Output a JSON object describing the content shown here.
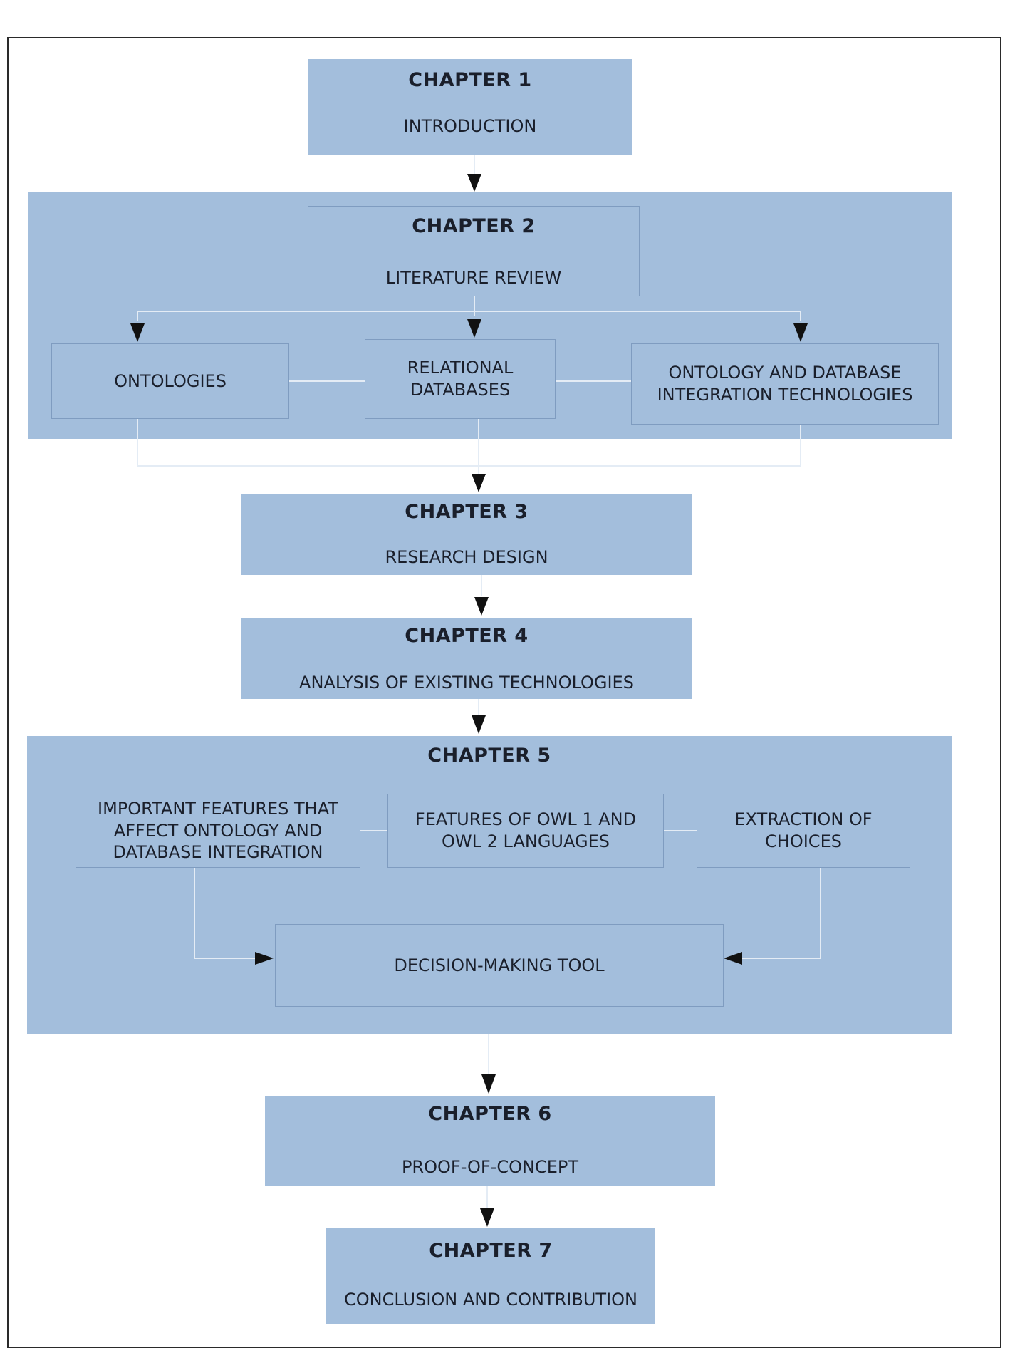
{
  "chapters": {
    "ch1": {
      "title": "CHAPTER 1",
      "subtitle": "INTRODUCTION"
    },
    "ch2": {
      "title": "CHAPTER 2",
      "subtitle": "LITERATURE REVIEW",
      "items": [
        "ONTOLOGIES",
        "RELATIONAL\nDATABASES",
        "ONTOLOGY AND  DATABASE\nINTEGRATION TECHNOLOGIES"
      ]
    },
    "ch3": {
      "title": "CHAPTER 3",
      "subtitle": "RESEARCH DESIGN"
    },
    "ch4": {
      "title": "CHAPTER 4",
      "subtitle": "ANALYSIS OF EXISTING TECHNOLOGIES"
    },
    "ch5": {
      "title": "CHAPTER 5",
      "items": [
        "IMPORTANT FEATURES THAT\nAFFECT ONTOLOGY AND\nDATABASE INTEGRATION",
        "FEATURES OF OWL 1 AND\nOWL 2  LANGUAGES",
        "EXTRACTION OF\nCHOICES"
      ],
      "tool": "DECISION-MAKING TOOL"
    },
    "ch6": {
      "title": "CHAPTER 6",
      "subtitle": "PROOF-OF-CONCEPT"
    },
    "ch7": {
      "title": "CHAPTER 7",
      "subtitle": "CONCLUSION AND CONTRIBUTION"
    }
  },
  "colors": {
    "box_fill": "#a3bedc",
    "box_border": "#7f9cc0",
    "connector": "#e4ecf5",
    "arrow": "#111111"
  }
}
